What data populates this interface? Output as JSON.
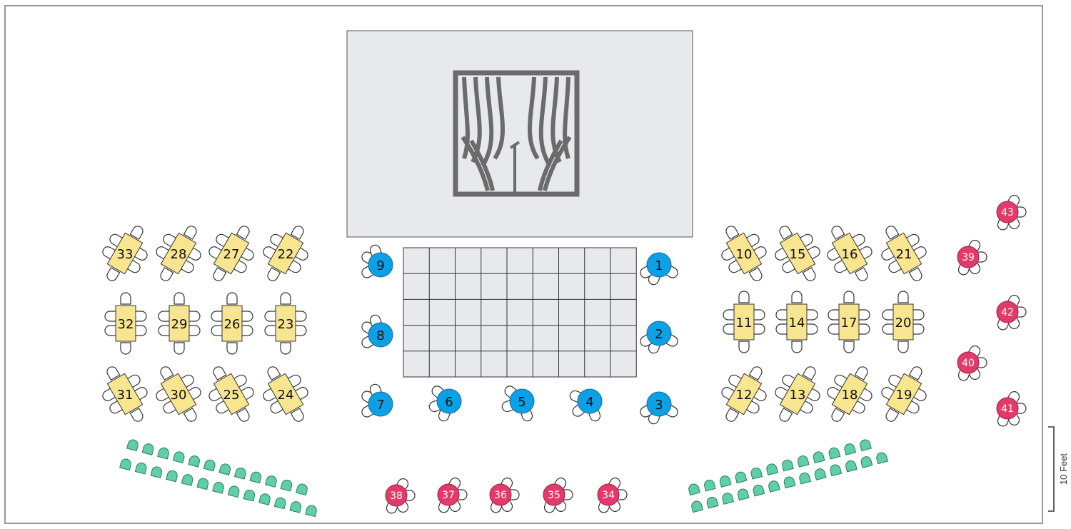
{
  "colors": {
    "floor_border": "#777777",
    "stage_fill": "#e7e9ec",
    "yellow_table": "#f7e58f",
    "blue_table": "#0ea0e6",
    "red_table": "#e23b6a",
    "green_seat": "#5fcea9",
    "chair_stroke": "#333333",
    "curtain": "#6b6b6b"
  },
  "icons": [
    "stage-curtain-icon"
  ],
  "scale": {
    "label": "10 Feet"
  },
  "yellow_tables": [
    {
      "id": "33",
      "orient": "rot"
    },
    {
      "id": "28",
      "orient": "rot"
    },
    {
      "id": "27",
      "orient": "rot"
    },
    {
      "id": "22",
      "orient": "rot"
    },
    {
      "id": "32",
      "orient": "v"
    },
    {
      "id": "29",
      "orient": "v"
    },
    {
      "id": "26",
      "orient": "v"
    },
    {
      "id": "23",
      "orient": "v"
    },
    {
      "id": "31",
      "orient": "rot2"
    },
    {
      "id": "30",
      "orient": "rot2"
    },
    {
      "id": "25",
      "orient": "rot2"
    },
    {
      "id": "24",
      "orient": "rot2"
    },
    {
      "id": "10",
      "orient": "rot2"
    },
    {
      "id": "15",
      "orient": "rot2"
    },
    {
      "id": "16",
      "orient": "rot2"
    },
    {
      "id": "21",
      "orient": "rot2"
    },
    {
      "id": "11",
      "orient": "v"
    },
    {
      "id": "14",
      "orient": "v"
    },
    {
      "id": "17",
      "orient": "v"
    },
    {
      "id": "20",
      "orient": "v"
    },
    {
      "id": "12",
      "orient": "rot"
    },
    {
      "id": "13",
      "orient": "rot"
    },
    {
      "id": "18",
      "orient": "rot"
    },
    {
      "id": "19",
      "orient": "rot"
    }
  ],
  "blue_tables": [
    "9",
    "8",
    "7",
    "6",
    "5",
    "4",
    "3",
    "2",
    "1"
  ],
  "red_tables": [
    "38",
    "37",
    "36",
    "35",
    "34",
    "39",
    "43",
    "42",
    "40",
    "41"
  ]
}
